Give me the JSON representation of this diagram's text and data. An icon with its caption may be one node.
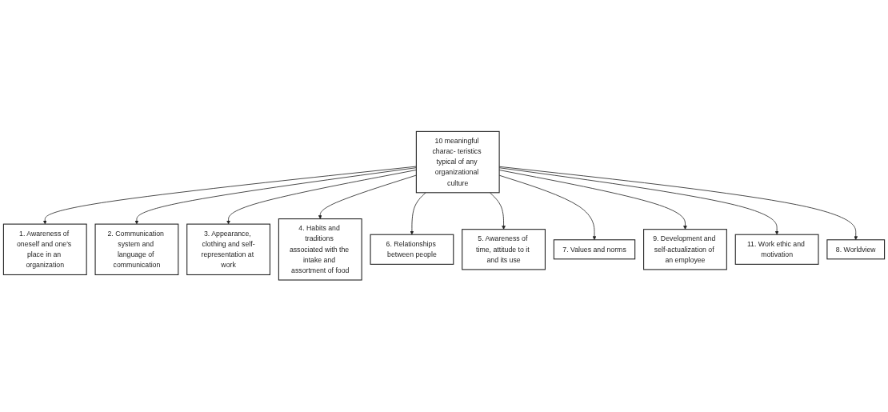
{
  "diagram": {
    "nodes": [
      {
        "text": [
          "1. Awareness of oneself and one's place in an organization"
        ]
      },
      {
        "text": [
          "2. Communication system and language of communication"
        ]
      },
      {
        "text": [
          "3. Appearance, clothing and self-representation at work"
        ]
      },
      {
        "text": [
          "4. Habits and traditions associated with the intake and assortment of food"
        ]
      },
      {
        "text": [
          "10 meaningful charac- teristics typical of any organizational culture"
        ]
      },
      {
        "text": [
          "6. Relationships between people"
        ]
      },
      {
        "text": [
          "5. Awareness of time, attitude to it and its use"
        ]
      },
      {
        "text": [
          "7. Values and norms"
        ]
      },
      {
        "text": [
          "9. Development and self-actualization of an employee"
        ]
      },
      {
        "text": [
          "11. Work ethic and motivation"
        ]
      },
      {
        "text": [
          "8. Worldview"
        ]
      }
    ],
    "edges": [
      {
        "from": 4,
        "to": 0,
        "arrow": "to"
      },
      {
        "from": 4,
        "to": 1,
        "arrow": "to"
      },
      {
        "from": 4,
        "to": 2,
        "arrow": "to"
      },
      {
        "from": 4,
        "to": 3,
        "arrow": "to"
      },
      {
        "from": 4,
        "to": 5,
        "arrow": "to"
      },
      {
        "from": 4,
        "to": 6,
        "arrow": "to"
      },
      {
        "from": 4,
        "to": 7,
        "arrow": "to"
      },
      {
        "from": 4,
        "to": 8,
        "arrow": "to"
      },
      {
        "from": 4,
        "to": 9,
        "arrow": "to"
      },
      {
        "from": 4,
        "to": 10,
        "arrow": "to"
      }
    ]
  }
}
